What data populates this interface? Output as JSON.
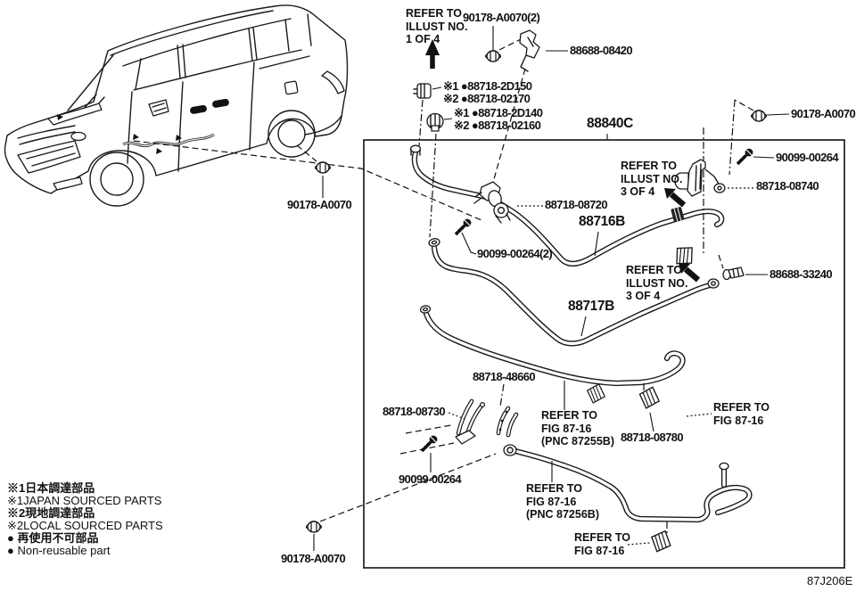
{
  "figure": {
    "code": "87J206E",
    "assembly_label": "88840C"
  },
  "callouts": {
    "refer_illust_1": "REFER TO\nILLUST NO.\n1 OF 4",
    "grommet_top": "90178-A0070(2)",
    "bracket_top": "88688-08420",
    "clip_a_japan": "※1 ●88718-2D150",
    "clip_a_local": "※2 ●88718-02170",
    "clip_b_japan": "※1 ●88718-2D140",
    "clip_b_local": "※2 ●88718-02160",
    "grommet_right": "90178-A0070",
    "screw_right": "90099-00264",
    "refer_illust_3_upper": "REFER TO\nILLUST NO.\n3 OF 4",
    "bracket_right": "88718-08740",
    "valve_center": "88718-08720",
    "pipe_upper": "88716B",
    "screw_center": "90099-00264(2)",
    "refer_illust_3_lower": "REFER TO\nILLUST NO.\n3 OF 4",
    "clip_right": "88688-33240",
    "pipe_lower": "88717B",
    "clamp_center": "88718-48660",
    "bracket_lower_left": "88718-08730",
    "refer_fig_pnc87255b": "REFER TO\nFIG 87-16\n(PNC 87255B)",
    "refer_fig_right": "REFER TO\nFIG 87-16",
    "clip_lower_center": "88718-08780",
    "screw_lower_left": "90099-00264",
    "refer_fig_pnc87256b": "REFER TO\nFIG 87-16\n(PNC 87256B)",
    "refer_fig_bottom": "REFER TO\nFIG 87-16",
    "grommet_body": "90178-A0070",
    "grommet_bottom": "90178-A0070"
  },
  "legend": {
    "lines": [
      "※1日本調達部品",
      "※1JAPAN SOURCED PARTS",
      "※2現地調達部品",
      "※2LOCAL SOURCED PARTS",
      "● 再使用不可部品",
      "● Non-reusable part"
    ]
  },
  "colors": {
    "ink": "#1a1a1a",
    "background": "#ffffff"
  }
}
